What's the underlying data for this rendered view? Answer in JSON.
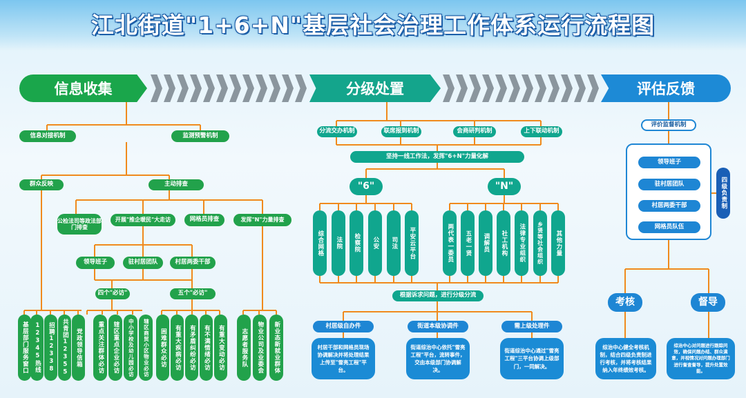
{
  "title": "江北街道\"1+6+N\"基层社会治理工作体系运行流程图",
  "phases": [
    "信息收集",
    "分级处置",
    "评估反馈"
  ],
  "collect": {
    "mechanisms": [
      "信息对接机制",
      "监测预警机制"
    ],
    "paths": [
      "群众反映",
      "主动排查"
    ],
    "verticals_left": [
      "基层部门服务窗口",
      "12345热线",
      "招聘12338",
      "共青团12355",
      "党政领导信箱"
    ],
    "sources": [
      "公检法司等政法部门排查",
      "开展\"推企暖民\"大走访",
      "网格员排查",
      "发挥\"N\"力量排查"
    ],
    "actors": [
      "领导班子",
      "驻村居团队",
      "村居两委干部"
    ],
    "four_visits": "四个\"必访\"",
    "five_visits": "五个\"必访\"",
    "four_items": [
      "重点关注群体必访",
      "辖区重点企业必访",
      "中小学校及幼儿园必访",
      "辖区商贸小区物业必访"
    ],
    "five_items": [
      "困难群众必访",
      "有重大疾病必访",
      "有矛盾纠纷必访",
      "有不满情绪必访",
      "有重大变动必访"
    ],
    "n_items": [
      "志愿者服务队",
      "物业公司及业委会",
      "新业态新就业群体"
    ]
  },
  "handle": {
    "mechanisms": [
      "分流交办机制",
      "联席报到机制",
      "会商研判机制",
      "上下联动机制"
    ],
    "main": "坚持一线工作法，发挥\"6+N\"力量化解",
    "six_label": "\"6\"",
    "n_label": "\"N\"",
    "six_items": [
      "综合网格",
      "法院",
      "检察院",
      "公安",
      "司法",
      "平安云平台"
    ],
    "n_items": [
      "两代表一委员",
      "五老一贤",
      "调解员",
      "社工机构",
      "法律专业组织",
      "乡贤等社会组织",
      "其他力量"
    ],
    "triage": "根据诉求问题，进行分级分流",
    "levels": [
      "村居级自办件",
      "街道本级协调件",
      "需上级处理件"
    ],
    "level_desc": [
      "村居干部和网格员现场协调解决并将处理结果上传至\"雪亮工程\"平台。",
      "街道综治中心依托\"雪亮工程\"平台，流转事件，交由本级部门协调解决。",
      "街道综治中心通过\"雪亮工程\"三平台协调上级部门，一同解决。"
    ]
  },
  "feedback": {
    "mechanism": "评价监督机制",
    "members": [
      "领导班子",
      "驻村居团队",
      "村居两委干部",
      "网格员队伍"
    ],
    "side": "四级负责制",
    "branches": [
      "考核",
      "督导"
    ],
    "branch_desc": [
      "综治中心健全考核机制，结合四级负责制进行考核，并将考核结果纳入年终绩效考核。",
      "综治中心对问题进行跟踪问效，确保问题办结、群众满意，并视情况对问题办理部门进行督查督导，提升处置效能。"
    ]
  }
}
